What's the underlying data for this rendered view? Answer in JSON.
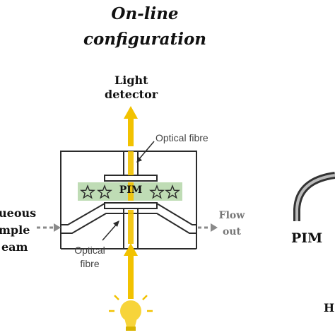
{
  "title": {
    "line1": "On-line",
    "line2": "configuration"
  },
  "labels": {
    "light_detector_line1": "Light",
    "light_detector_line2": "detector",
    "optical_fibre_top": "Optical fibre",
    "pim": "PIM",
    "optical_fibre_bottom_line1": "Optical",
    "optical_fibre_bottom_line2": "fibre",
    "flow_out_line1": "Flow",
    "flow_out_line2": "out",
    "aqueous_line1": "ueous",
    "aqueous_line2": "mple",
    "aqueous_line3": "eam",
    "right_pim": "PIM",
    "right_h": "H"
  },
  "colors": {
    "light": "#f2c200",
    "pim_band": "#bfdcb5",
    "outline": "#2b2b2b",
    "flow_arrow": "#8a8a8a"
  },
  "icons": {
    "stars": [
      "star-icon",
      "star-icon",
      "star-icon",
      "star-icon"
    ],
    "bulb": "lightbulb-icon"
  }
}
